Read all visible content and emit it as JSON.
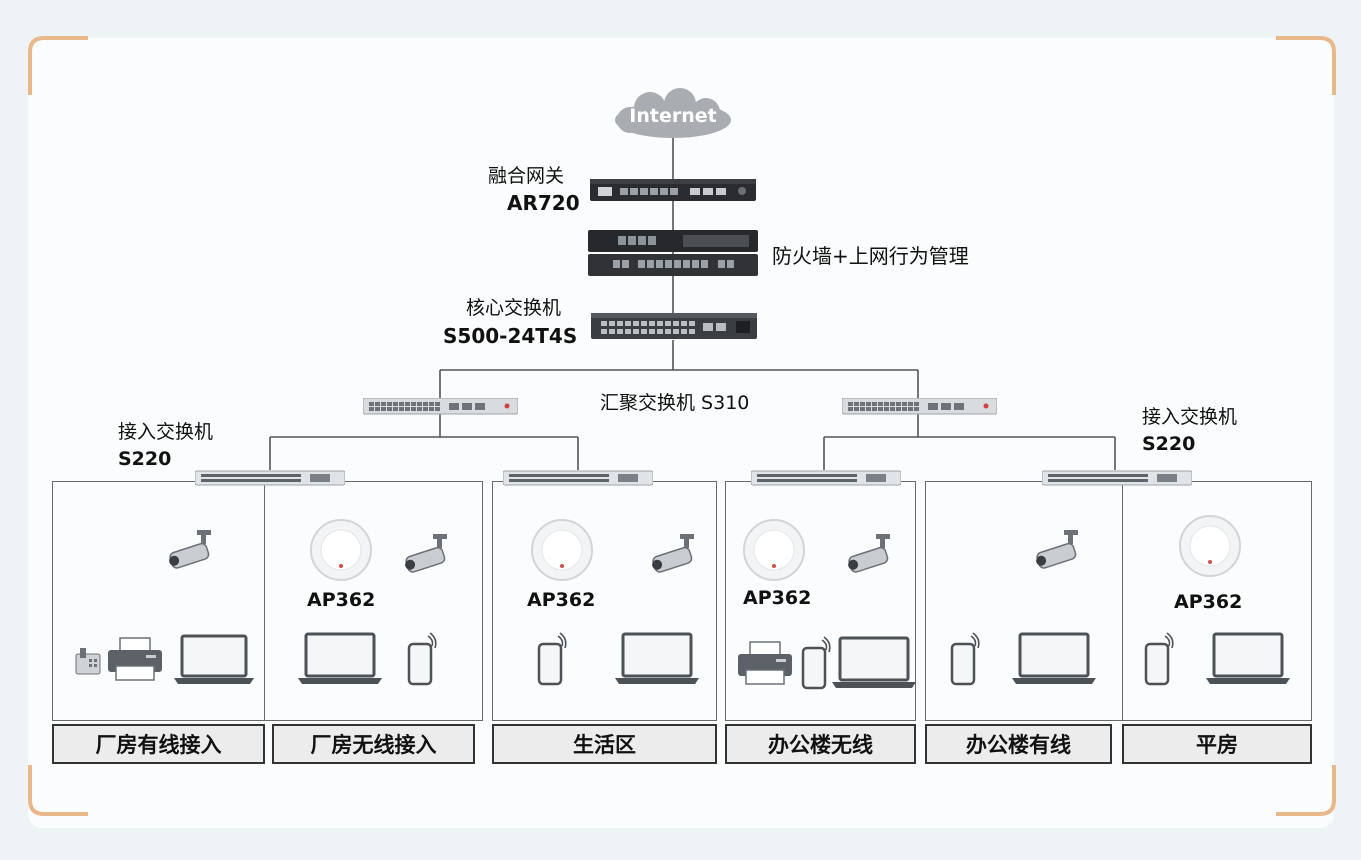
{
  "internet": {
    "label": "Internet"
  },
  "gateway": {
    "title": "融合网关",
    "model": "AR720"
  },
  "firewall": {
    "label": "防火墙+上网行为管理"
  },
  "core_switch": {
    "title": "核心交换机",
    "model": "S500-24T4S"
  },
  "aggregation_switch": {
    "label": "汇聚交换机 S310"
  },
  "access_switch_left": {
    "title": "接入交换机",
    "model": "S220"
  },
  "access_switch_right": {
    "title": "接入交换机",
    "model": "S220"
  },
  "ap_labels": [
    "AP362",
    "AP362",
    "AP362",
    "AP362"
  ],
  "zones": [
    "厂房有线接入",
    "厂房无线接入",
    "生活区",
    "办公楼无线",
    "办公楼有线",
    "平房"
  ],
  "colors": {
    "background": "#eef3f6",
    "panel": "#fafcfd",
    "corner_accent": "#e8b88a",
    "line": "#555555"
  }
}
